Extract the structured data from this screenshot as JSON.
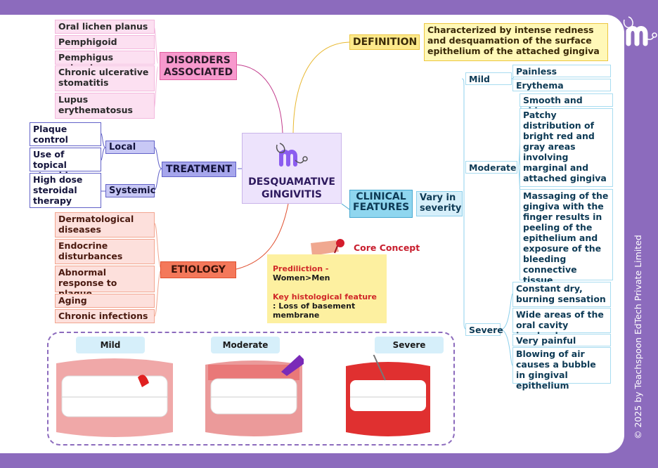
{
  "title": "DESQUAMATIVE GINGIVITIS",
  "copyright": "© 2025 by Teachspoon EdTech Private Limited",
  "colors": {
    "frame": "#8c6bbd",
    "pink": "#f799cd",
    "blue": "#a6a6ec",
    "orange": "#f4785a",
    "yellow": "#fde98a",
    "cyan": "#8fd6ef"
  },
  "disorders": {
    "label": "DISORDERS ASSOCIATED",
    "items": [
      "Oral lichen planus",
      "Pemphigoid",
      "Pemphigus vulgaris",
      "Chronic ulcerative stomatitis",
      "Lupus erythematosus"
    ]
  },
  "treatment": {
    "label": "TREATMENT",
    "local": {
      "label": "Local",
      "items": [
        "Plaque control",
        "Use of topical steroids"
      ]
    },
    "systemic": {
      "label": "Systemic",
      "items": [
        "High dose steroidal therapy"
      ]
    }
  },
  "etiology": {
    "label": "ETIOLOGY",
    "items": [
      "Dermatological diseases",
      "Endocrine disturbances",
      "Abnormal response to plaque",
      "Aging",
      "Chronic infections"
    ]
  },
  "definition": {
    "label": "DEFINITION",
    "text": "Characterized by intense redness and desquamation of the surface epithelium of the attached gingiva"
  },
  "clinical": {
    "label": "CLINICAL FEATURES",
    "sub": "Vary in severity",
    "mild": {
      "label": "Mild",
      "items": [
        "Painless",
        "Erythema"
      ]
    },
    "moderate": {
      "label": "Moderate",
      "items": [
        "Smooth and shiny",
        "Patchy distribution of bright red and gray areas involving marginal and attached gingiva",
        "Massaging of the gingiva with the finger results in peeling of the epithelium and exposure of the bleeding connective tissue"
      ]
    },
    "severe": {
      "label": "Severe",
      "items": [
        "Constant dry, burning sensation",
        "Wide areas of the oral cavity involved",
        "Very painful",
        "Blowing of air causes a bubble in gingival epithelium"
      ]
    }
  },
  "core_concept": {
    "label": "Core Concept",
    "predilection_label": "Prediliction -",
    "predilection_value": "Women>Men",
    "histology_label": "Key histological feature",
    "histology_value": ": Loss of basement membrane"
  },
  "images": {
    "labels": [
      "Mild",
      "Moderate",
      "Severe"
    ]
  }
}
